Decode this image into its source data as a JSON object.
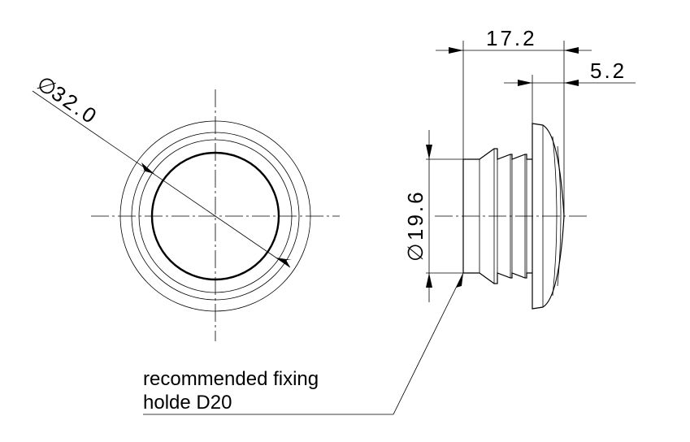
{
  "front_view": {
    "diameter_symbol": "∅",
    "diameter_value": "32.0"
  },
  "side_view": {
    "length_overall": "17.2",
    "cap_thickness": "5.2",
    "diameter_symbol": "∅",
    "shank_diameter": "19.6"
  },
  "note": {
    "line1": "recommended fixing",
    "line2": "holde D20"
  }
}
